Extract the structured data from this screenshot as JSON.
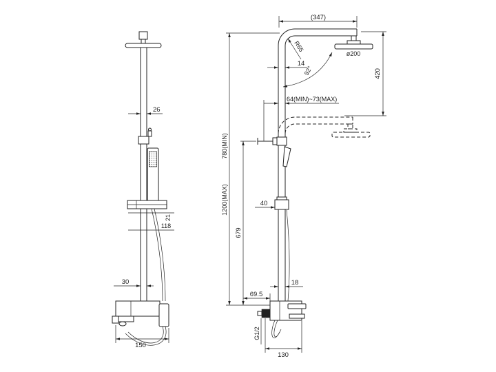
{
  "front_view": {
    "dim_pipe": "26",
    "dim_bracket_height": "21",
    "dim_bracket_offset": "118",
    "dim_inlet_offset": "30",
    "dim_mixer_width": "150"
  },
  "side_view": {
    "dim_arm_length": "(347)",
    "dim_bend_radius": "R65",
    "dim_head_diameter": "ø200",
    "dim_arm_offset": "14",
    "dim_arm_angle": "92°",
    "dim_head_travel": "420",
    "dim_arm_range": "64(MIN)~73(MAX)",
    "dim_height_min": "780(MIN)",
    "dim_height_max": "1200(MAX)",
    "dim_bracket_depth": "40",
    "dim_diverter_height": "679",
    "dim_pipe_offset": "18",
    "dim_wall_offset": "69.5",
    "dim_inlet_thread": "G1/2",
    "dim_mixer_depth": "130"
  },
  "colors": {
    "line": "#222222",
    "background": "#ffffff"
  }
}
